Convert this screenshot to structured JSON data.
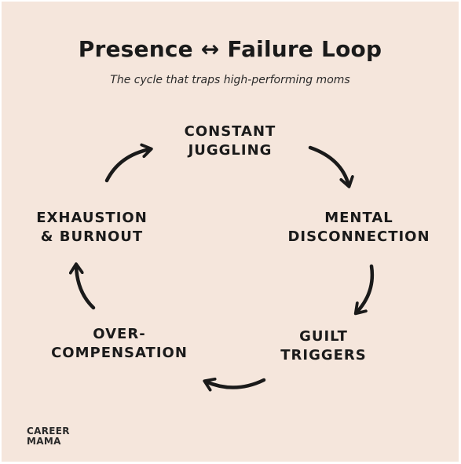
{
  "title": "Presence ↔ Failure Loop",
  "subtitle": "The cycle that traps high-performing moms",
  "nodes": {
    "top": {
      "line1": "CONSTANT",
      "line2": "JUGGLING"
    },
    "right": {
      "line1": "MENTAL",
      "line2": "DISCONNECTION"
    },
    "bottom_right": {
      "line1": "GUILT",
      "line2": "TRIGGERS"
    },
    "bottom_left": {
      "line1": "OVER-",
      "line2": "COMPENSATION"
    },
    "left": {
      "line1": "EXHAUSTION",
      "line2": "& BURNOUT"
    }
  },
  "logo": {
    "line1": "CAREER",
    "line2": "MAMA"
  },
  "colors": {
    "background": "#f5e6dc",
    "text": "#1a1a1a"
  }
}
